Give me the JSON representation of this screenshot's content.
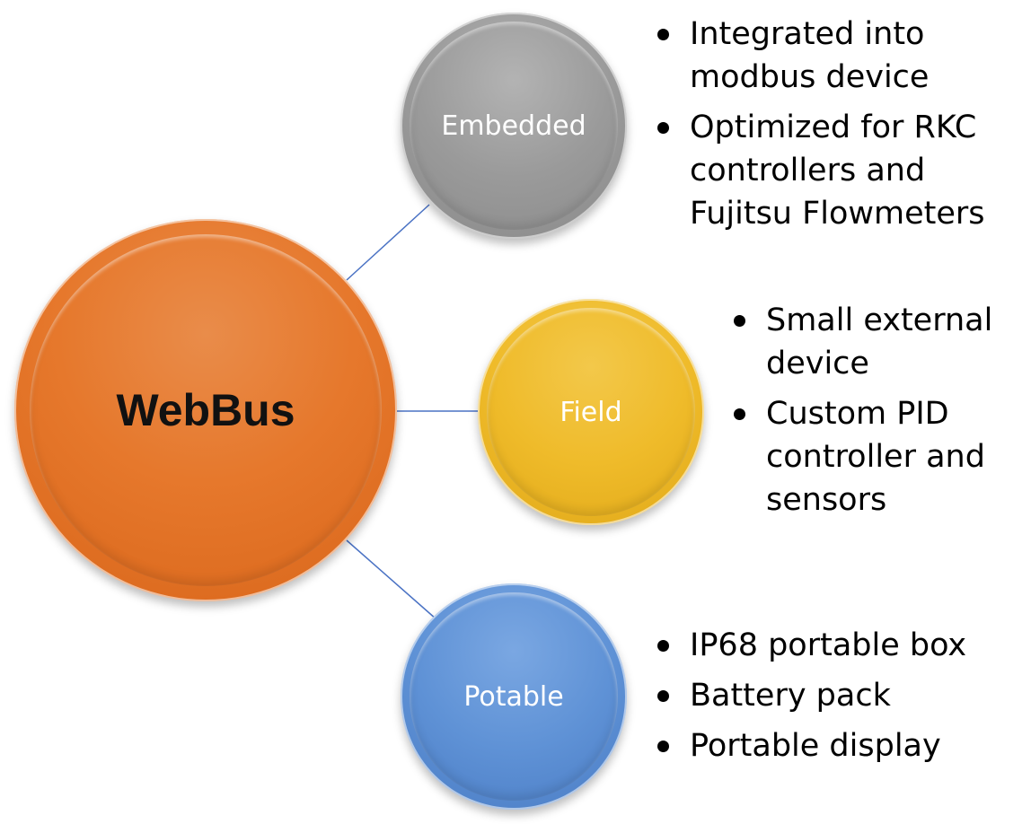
{
  "center": {
    "label": "WebBus"
  },
  "nodes": [
    {
      "label": "Embedded",
      "color": "#9a9a9a",
      "bullets": [
        "Integrated into modbus device",
        "Optimized for RKC controllers and Fujitsu Flowmeters"
      ]
    },
    {
      "label": "Field",
      "color": "#efbb2a",
      "bullets": [
        "Small external device",
        "Custom PID controller and sensors"
      ]
    },
    {
      "label": "Potable",
      "color": "#5f92d6",
      "bullets": [
        "IP68 portable box",
        "Battery pack",
        "Portable display"
      ]
    }
  ],
  "colors": {
    "center": "#e6782c",
    "connector": "#4a72c4"
  }
}
